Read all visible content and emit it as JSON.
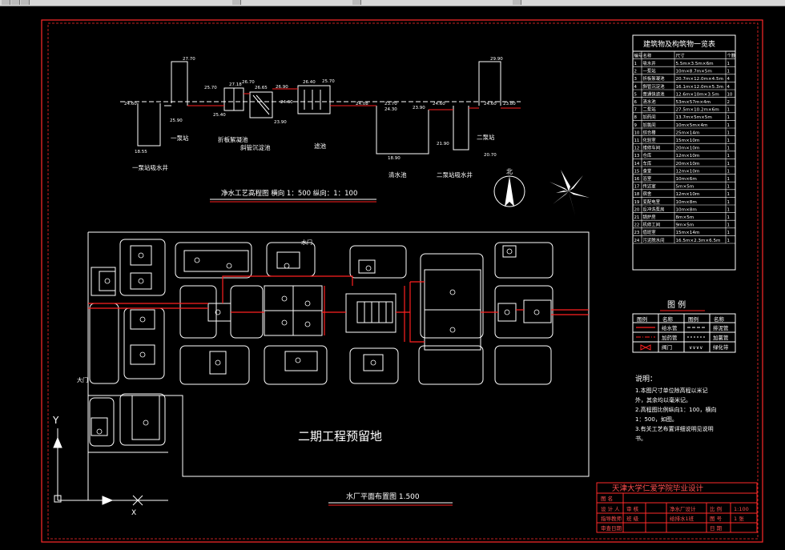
{
  "profile": {
    "title": "净水工艺高程图  横向 1：500  纵向：1：100",
    "labels": {
      "intake_well": "一泵站吸水井",
      "pump1": "一泵站",
      "floc": "折板絮凝池",
      "sed": "斜管沉淀池",
      "filter": "滤池",
      "clearwell": "清水池",
      "pump2": "二泵站",
      "pump2_well": "二泵站吸水井"
    },
    "elevations": {
      "e1": "24.60",
      "e2": "27.70",
      "e3": "25.90",
      "e4": "27.18",
      "e5": "26.70",
      "e6": "26.65",
      "e7": "26.90",
      "e8": "25.70",
      "e9": "24.60",
      "e10": "26.40",
      "e11": "23.90",
      "e12": "24.08",
      "e13": "24.30",
      "e14": "23.90",
      "e15": "24.60",
      "e16": "23.80",
      "e17": "29.90",
      "e18": "23.70",
      "e19": "21.90",
      "e20": "20.70",
      "e21": "25.40",
      "e22": "18.90",
      "e23": "18.55",
      "e24": "25.70",
      "e25": "24.60"
    }
  },
  "compass": {
    "label": "北"
  },
  "plan": {
    "title": "水厂平面布置图  1.500",
    "reserve_label": "二期工程预留地",
    "gate_top": "水门",
    "gate_left": "大门"
  },
  "axis": {
    "y": "Y",
    "x": "X"
  },
  "table": {
    "title": "建筑物及构筑物一览表",
    "headers": [
      "编号",
      "名称",
      "尺寸",
      "个数"
    ],
    "rows": [
      [
        "1",
        "吸水井",
        "5.5m×3.5m×6m",
        "1"
      ],
      [
        "2",
        "一泵站",
        "10m×8.7m×5m",
        "1"
      ],
      [
        "3",
        "折板絮凝池",
        "20.7m×12.0m×4.5m",
        "4"
      ],
      [
        "4",
        "斜管沉淀池",
        "16.1m×12.0m×5.3m",
        "4"
      ],
      [
        "5",
        "普通快滤池",
        "12.6m×10m×3.5m",
        "10"
      ],
      [
        "6",
        "清水池",
        "53m×57m×4m",
        "2"
      ],
      [
        "7",
        "二泵站",
        "27.5m×10.2m×6m",
        "1"
      ],
      [
        "8",
        "加药间",
        "13.7m×5m×5m",
        "1"
      ],
      [
        "9",
        "加氯间",
        "10m×5m×4m",
        "1"
      ],
      [
        "10",
        "综合楼",
        "25m×14m",
        "1"
      ],
      [
        "11",
        "化验室",
        "15m×10m",
        "1"
      ],
      [
        "12",
        "维修车间",
        "20m×10m",
        "1"
      ],
      [
        "13",
        "仓库",
        "12m×10m",
        "1"
      ],
      [
        "14",
        "车库",
        "20m×10m",
        "1"
      ],
      [
        "15",
        "食堂",
        "12m×10m",
        "1"
      ],
      [
        "16",
        "浴室",
        "10m×6m",
        "1"
      ],
      [
        "17",
        "传达室",
        "5m×5m",
        "1"
      ],
      [
        "18",
        "宿舍",
        "12m×10m",
        "1"
      ],
      [
        "19",
        "变配电室",
        "10m×8m",
        "1"
      ],
      [
        "20",
        "反冲洗泵房",
        "10m×8m",
        "1"
      ],
      [
        "21",
        "锅炉房",
        "8m×5m",
        "1"
      ],
      [
        "22",
        "机修工间",
        "9m×5m",
        "1"
      ],
      [
        "23",
        "值班室",
        "15m×14m",
        "1"
      ],
      [
        "24",
        "污泥脱水间",
        "16.5m×2.3m×6.5m",
        "1"
      ]
    ]
  },
  "legend": {
    "title": "图  例",
    "headers": [
      "图例",
      "名称",
      "图例",
      "名称"
    ],
    "items": [
      {
        "name": "给水管",
        "name2": "排泥管"
      },
      {
        "name": "加药管",
        "name2": "加氯管"
      },
      {
        "name": "阀门",
        "name2": "绿化带"
      }
    ]
  },
  "notes": {
    "title": "说明：",
    "lines": [
      "1.本图尺寸单位除高程以米记",
      "外，其余均以毫米记。",
      "2.高程图比例纵向1：100，横向",
      "1：500，如图。",
      "3.有关工艺布置详细说明见说明",
      "书。"
    ]
  },
  "titleblock": {
    "school": "天津大学仁爱学院毕业设计",
    "row1": [
      "图 名",
      "",
      "",
      ""
    ],
    "row2": [
      "设 计 人",
      "审 核",
      "净水厂设计",
      "比 例",
      "1:100"
    ],
    "row3": [
      "指导教师",
      "班 级",
      "给排水1班",
      "图 号",
      "1 张"
    ],
    "row4": [
      "审查日期",
      "",
      "",
      "日 期",
      ""
    ]
  },
  "colors": {
    "frame": "#ff2a2a",
    "line": "#ffffff",
    "pipe": "#ff2020",
    "accent": "#ffff40"
  }
}
